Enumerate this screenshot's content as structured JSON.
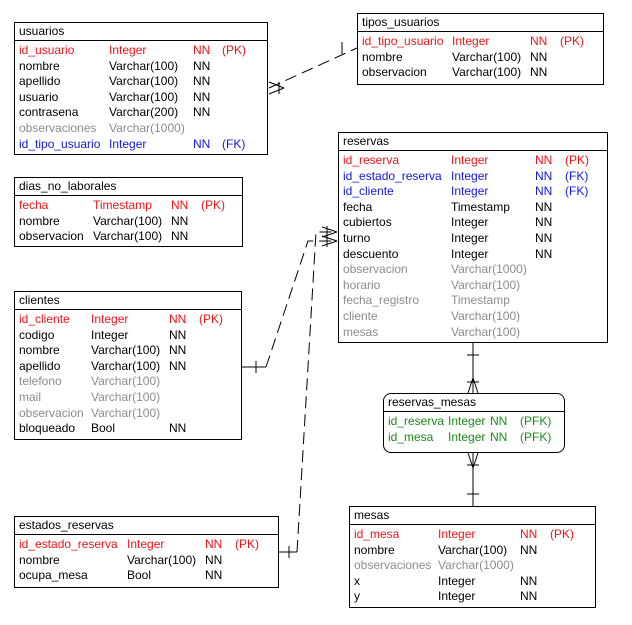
{
  "entities": {
    "usuarios": {
      "name": "usuarios",
      "columns": [
        {
          "name": "id_usuario",
          "type": "Integer",
          "nn": "NN",
          "key": "(PK)",
          "style": "key-red"
        },
        {
          "name": "nombre",
          "type": "Varchar(100)",
          "nn": "NN",
          "key": "",
          "style": "normal"
        },
        {
          "name": "apellido",
          "type": "Varchar(100)",
          "nn": "NN",
          "key": "",
          "style": "normal"
        },
        {
          "name": "usuario",
          "type": "Varchar(100)",
          "nn": "NN",
          "key": "",
          "style": "normal"
        },
        {
          "name": "contrasena",
          "type": "Varchar(200)",
          "nn": "NN",
          "key": "",
          "style": "normal"
        },
        {
          "name": "observaciones",
          "type": "Varchar(1000)",
          "nn": "",
          "key": "",
          "style": "muted"
        },
        {
          "name": "id_tipo_usuario",
          "type": "Integer",
          "nn": "NN",
          "key": "(FK)",
          "style": "key-blue"
        }
      ]
    },
    "tipos_usuarios": {
      "name": "tipos_usuarios",
      "columns": [
        {
          "name": "id_tipo_usuario",
          "type": "Integer",
          "nn": "NN",
          "key": "(PK)",
          "style": "key-red"
        },
        {
          "name": "nombre",
          "type": "Varchar(100)",
          "nn": "NN",
          "key": "",
          "style": "normal"
        },
        {
          "name": "observacion",
          "type": "Varchar(100)",
          "nn": "NN",
          "key": "",
          "style": "normal"
        }
      ]
    },
    "dias_no_laborales": {
      "name": "dias_no_laborales",
      "columns": [
        {
          "name": "fecha",
          "type": "Timestamp",
          "nn": "NN",
          "key": "(PK)",
          "style": "key-red"
        },
        {
          "name": "nombre",
          "type": "Varchar(100)",
          "nn": "NN",
          "key": "",
          "style": "normal"
        },
        {
          "name": "observacion",
          "type": "Varchar(100)",
          "nn": "NN",
          "key": "",
          "style": "normal"
        }
      ]
    },
    "reservas": {
      "name": "reservas",
      "columns": [
        {
          "name": "id_reserva",
          "type": "Integer",
          "nn": "NN",
          "key": "(PK)",
          "style": "key-red"
        },
        {
          "name": "id_estado_reserva",
          "type": "Integer",
          "nn": "NN",
          "key": "(FK)",
          "style": "key-blue"
        },
        {
          "name": "id_cliente",
          "type": "Integer",
          "nn": "NN",
          "key": "(FK)",
          "style": "key-blue"
        },
        {
          "name": "fecha",
          "type": "Timestamp",
          "nn": "NN",
          "key": "",
          "style": "normal"
        },
        {
          "name": "cubiertos",
          "type": "Integer",
          "nn": "NN",
          "key": "",
          "style": "normal"
        },
        {
          "name": "turno",
          "type": "Integer",
          "nn": "NN",
          "key": "",
          "style": "normal"
        },
        {
          "name": "descuento",
          "type": "Integer",
          "nn": "NN",
          "key": "",
          "style": "normal"
        },
        {
          "name": "observacion",
          "type": "Varchar(1000)",
          "nn": "",
          "key": "",
          "style": "muted"
        },
        {
          "name": "horario",
          "type": "Varchar(100)",
          "nn": "",
          "key": "",
          "style": "muted"
        },
        {
          "name": "fecha_registro",
          "type": "Timestamp",
          "nn": "",
          "key": "",
          "style": "muted"
        },
        {
          "name": "cliente",
          "type": "Varchar(100)",
          "nn": "",
          "key": "",
          "style": "muted"
        },
        {
          "name": "mesas",
          "type": "Varchar(100)",
          "nn": "",
          "key": "",
          "style": "muted"
        }
      ]
    },
    "clientes": {
      "name": "clientes",
      "columns": [
        {
          "name": "id_cliente",
          "type": "Integer",
          "nn": "NN",
          "key": "(PK)",
          "style": "key-red"
        },
        {
          "name": "codigo",
          "type": "Integer",
          "nn": "NN",
          "key": "",
          "style": "normal"
        },
        {
          "name": "nombre",
          "type": "Varchar(100)",
          "nn": "NN",
          "key": "",
          "style": "normal"
        },
        {
          "name": "apellido",
          "type": "Varchar(100)",
          "nn": "NN",
          "key": "",
          "style": "normal"
        },
        {
          "name": "telefono",
          "type": "Varchar(100)",
          "nn": "",
          "key": "",
          "style": "muted"
        },
        {
          "name": "mail",
          "type": "Varchar(100)",
          "nn": "",
          "key": "",
          "style": "muted"
        },
        {
          "name": "observacion",
          "type": "Varchar(100)",
          "nn": "",
          "key": "",
          "style": "muted"
        },
        {
          "name": "bloqueado",
          "type": "Bool",
          "nn": "NN",
          "key": "",
          "style": "normal"
        }
      ]
    },
    "reservas_mesas": {
      "name": "reservas_mesas",
      "columns": [
        {
          "name": "id_reserva",
          "type": "Integer",
          "nn": "NN",
          "key": "(PFK)",
          "style": "key-green"
        },
        {
          "name": "id_mesa",
          "type": "Integer",
          "nn": "NN",
          "key": "(PFK)",
          "style": "key-green"
        }
      ]
    },
    "estados_reservas": {
      "name": "estados_reservas",
      "columns": [
        {
          "name": "id_estado_reserva",
          "type": "Integer",
          "nn": "NN",
          "key": "(PK)",
          "style": "key-red"
        },
        {
          "name": "nombre",
          "type": "Varchar(100)",
          "nn": "NN",
          "key": "",
          "style": "normal"
        },
        {
          "name": "ocupa_mesa",
          "type": "Bool",
          "nn": "NN",
          "key": "",
          "style": "normal"
        }
      ]
    },
    "mesas": {
      "name": "mesas",
      "columns": [
        {
          "name": "id_mesa",
          "type": "Integer",
          "nn": "NN",
          "key": "(PK)",
          "style": "key-red"
        },
        {
          "name": "nombre",
          "type": "Varchar(100)",
          "nn": "NN",
          "key": "",
          "style": "normal"
        },
        {
          "name": "observaciones",
          "type": "Varchar(1000)",
          "nn": "",
          "key": "",
          "style": "muted"
        },
        {
          "name": "x",
          "type": "Integer",
          "nn": "NN",
          "key": "",
          "style": "normal"
        },
        {
          "name": "y",
          "type": "Integer",
          "nn": "NN",
          "key": "",
          "style": "normal"
        }
      ]
    }
  },
  "colors": {
    "primary_key": "#e8161b",
    "foreign_key": "#1418d6",
    "primary_foreign_key": "#1b8a1b",
    "nullable": "#8c8c8c",
    "line": "#000000"
  }
}
